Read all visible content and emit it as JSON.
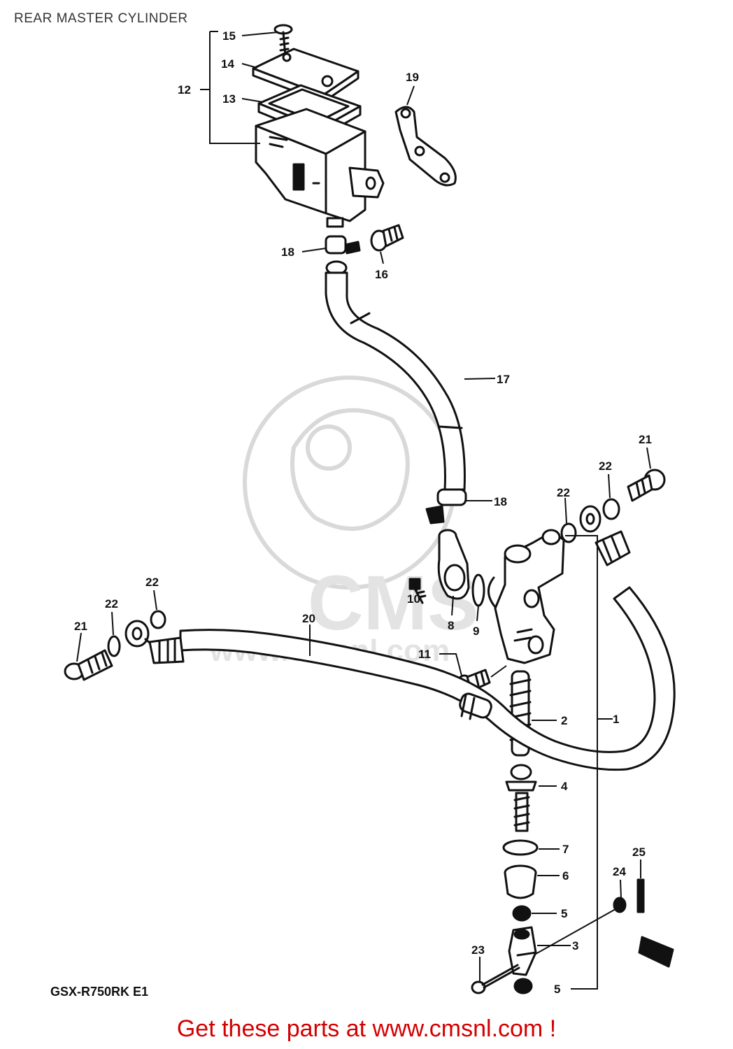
{
  "title": "REAR MASTER CYLINDER",
  "model_code": "GSX-R750RK E1",
  "footer": {
    "text": "Get these parts at www.cmsnl.com !"
  },
  "watermark": {
    "text": "CMS",
    "url_text": "www.cmsnl.com",
    "color": "#d9d9d9"
  },
  "accent_color": "#d40000",
  "callouts": [
    {
      "id": "c15",
      "label": "15"
    },
    {
      "id": "c14",
      "label": "14"
    },
    {
      "id": "c12",
      "label": "12"
    },
    {
      "id": "c13",
      "label": "13"
    },
    {
      "id": "c19",
      "label": "19"
    },
    {
      "id": "c18a",
      "label": "18"
    },
    {
      "id": "c16",
      "label": "16"
    },
    {
      "id": "c17",
      "label": "17"
    },
    {
      "id": "c18b",
      "label": "18"
    },
    {
      "id": "c21a",
      "label": "21"
    },
    {
      "id": "c22a",
      "label": "22"
    },
    {
      "id": "c22b",
      "label": "22"
    },
    {
      "id": "c10",
      "label": "10"
    },
    {
      "id": "c8",
      "label": "8"
    },
    {
      "id": "c9",
      "label": "9"
    },
    {
      "id": "c22c",
      "label": "22"
    },
    {
      "id": "c22d",
      "label": "22"
    },
    {
      "id": "c21b",
      "label": "21"
    },
    {
      "id": "c20",
      "label": "20"
    },
    {
      "id": "c11",
      "label": "11"
    },
    {
      "id": "c2",
      "label": "2"
    },
    {
      "id": "c1",
      "label": "1"
    },
    {
      "id": "c4",
      "label": "4"
    },
    {
      "id": "c7",
      "label": "7"
    },
    {
      "id": "c6",
      "label": "6"
    },
    {
      "id": "c25",
      "label": "25"
    },
    {
      "id": "c24",
      "label": "24"
    },
    {
      "id": "c5a",
      "label": "5"
    },
    {
      "id": "c3",
      "label": "3"
    },
    {
      "id": "c23",
      "label": "23"
    },
    {
      "id": "c5b",
      "label": "5"
    }
  ]
}
